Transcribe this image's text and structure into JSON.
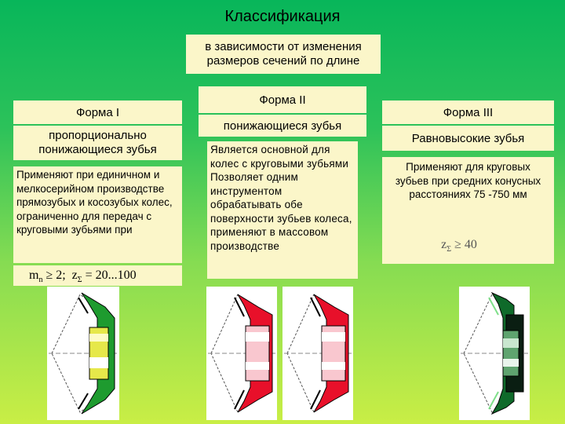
{
  "title": "Классификация",
  "subtitle": "в зависимости от изменения размеров сечений по длине",
  "columns": [
    {
      "heading": "Форма I",
      "name": "пропорционально понижающиеся зубья",
      "description": "Применяют при единичном и мелкосерийном производстве прямозубых и косозубых колес, ограниченно для передач с круговыми зубьями при",
      "formula": "mn ≥ 2; zΣ = 20...100",
      "tooth_color": "#1e9b2f"
    },
    {
      "heading": "Форма II",
      "name": "понижающиеся зубья",
      "description": "Является основной для колес с круговыми зубьями Позволяет одним инструментом обрабатывать обе поверхности зубьев колеса, применяют в массовом производстве",
      "tooth_color": "#e8102a"
    },
    {
      "heading": "Форма III",
      "name": "Равновысокие зубья",
      "description": "Применяют для круговых зубьев при средних конусных расстояниях 75 -750 мм",
      "formula": "zΣ ≥ 40",
      "tooth_color": "#0f6a2a"
    }
  ]
}
